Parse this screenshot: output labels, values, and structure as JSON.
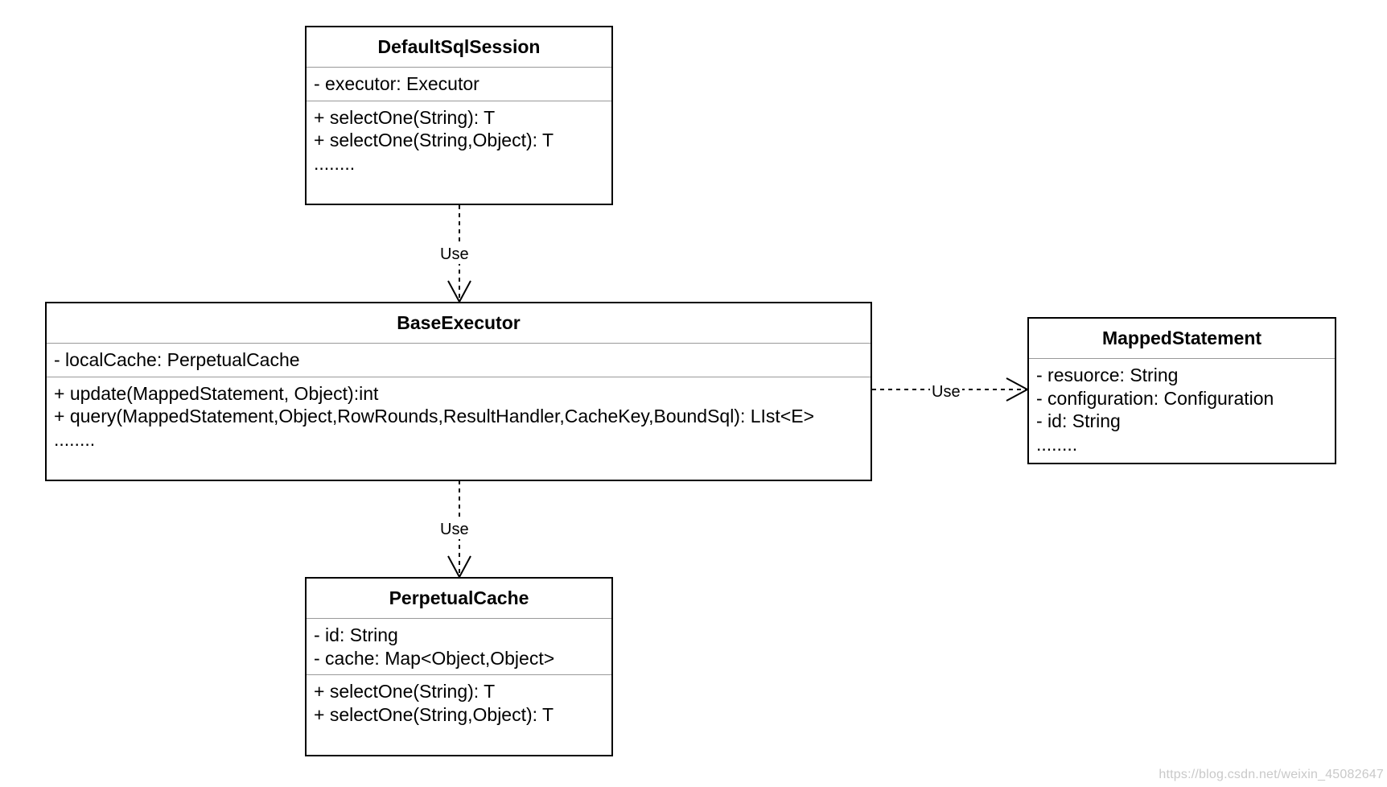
{
  "classes": {
    "default_sql_session": {
      "name": "DefaultSqlSession",
      "attributes": [
        "- executor: Executor"
      ],
      "methods": [
        "+ selectOne(String): T",
        "+ selectOne(String,Object): T",
        "........"
      ]
    },
    "base_executor": {
      "name": "BaseExecutor",
      "attributes": [
        "- localCache: PerpetualCache"
      ],
      "methods": [
        "+ update(MappedStatement, Object):int",
        "+ query(MappedStatement,Object,RowRounds,ResultHandler,CacheKey,BoundSql): LIst<E>",
        "........"
      ]
    },
    "mapped_statement": {
      "name": "MappedStatement",
      "attributes": [
        "- resuorce: String",
        "- configuration: Configuration",
        "- id: String",
        "........"
      ]
    },
    "perpetual_cache": {
      "name": "PerpetualCache",
      "attributes": [
        "- id: String",
        "- cache: Map<Object,Object>"
      ],
      "methods": [
        "+ selectOne(String): T",
        "+ selectOne(String,Object): T"
      ]
    }
  },
  "relations": {
    "session_to_executor": "Use",
    "executor_to_statement": "Use",
    "executor_to_cache": "Use"
  },
  "watermark": "https://blog.csdn.net/weixin_45082647"
}
